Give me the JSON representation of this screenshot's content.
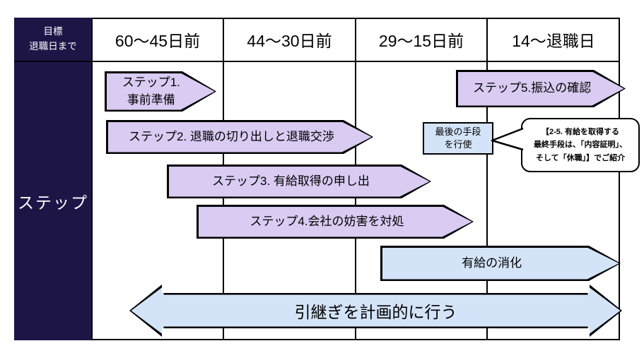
{
  "diagram": {
    "header": {
      "corner": {
        "line1": "目標",
        "line2": "退職日まで"
      },
      "columns": [
        "60〜45日前",
        "44〜30日前",
        "29〜15日前",
        "14〜退職日"
      ]
    },
    "sidebar": {
      "label": "ステップ"
    },
    "steps": {
      "step1": {
        "line1": "ステップ1.",
        "line2": "事前準備"
      },
      "step2": {
        "label": "ステップ2. 退職の切り出しと退職交渉"
      },
      "step3": {
        "label": "ステップ3. 有給取得の申し出"
      },
      "step4": {
        "label": "ステップ4.会社の妨害を対処"
      },
      "step5": {
        "label": "ステップ5.振込の確認"
      }
    },
    "last_resort": {
      "line1": "最後の手段",
      "line2": "を行使"
    },
    "callout": {
      "line1": "【2-5. 有給を取得する",
      "line2": "最終手段は、「内容証明」、",
      "line3": "そして「休職」】でご紹介"
    },
    "paid_leave": {
      "label": "有給の消化"
    },
    "handover": {
      "label": "引継ぎを計画的に行う"
    }
  },
  "colors": {
    "navy": "#1e1547",
    "purple": "#d9cbf2",
    "blue": "#d4e4f8",
    "line": "#000000"
  }
}
